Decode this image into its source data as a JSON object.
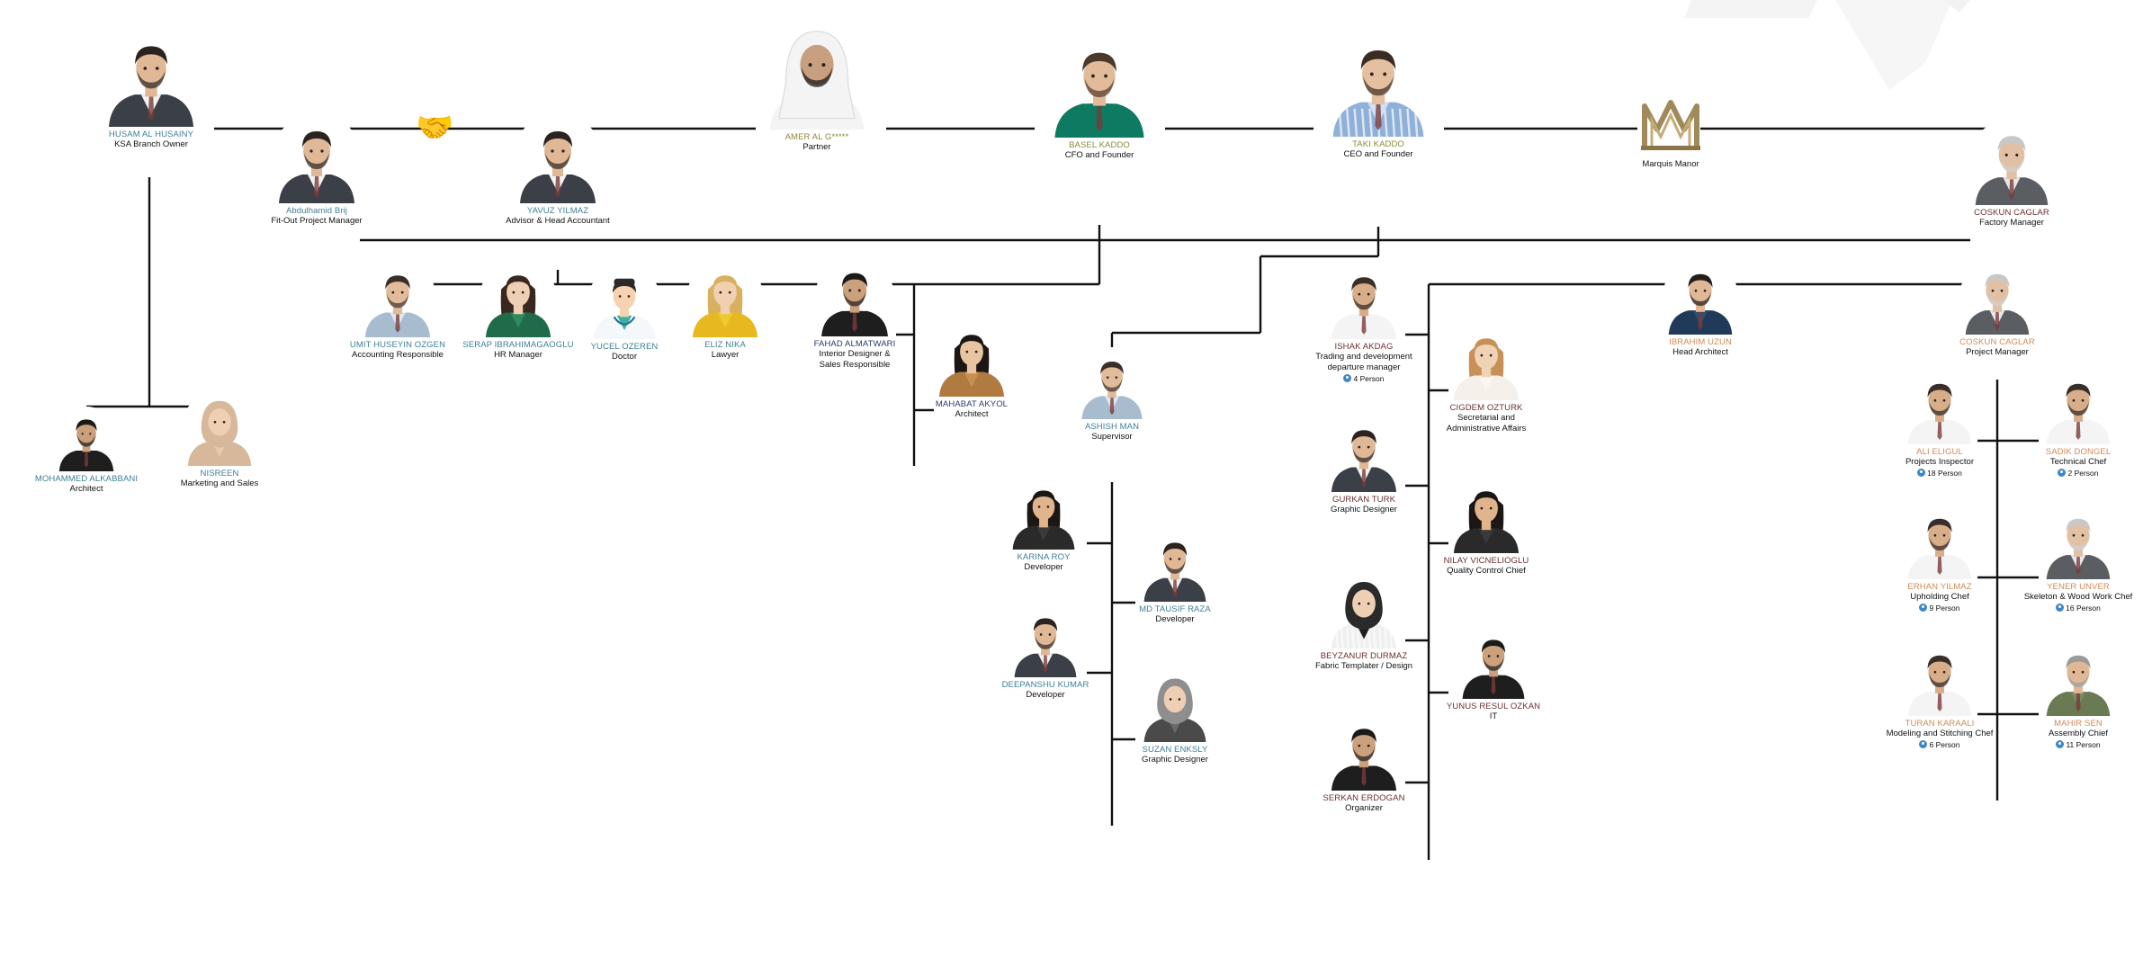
{
  "colors": {
    "teal": "#3f7f95",
    "olive": "#8a8a3a",
    "navy": "#283c6e",
    "orange": "#d08a55",
    "maroon": "#6e2e2e",
    "line": "#111111",
    "person_icon": "#3f86c4"
  },
  "partner_icon": {
    "name": "handshake-icon",
    "glyph": "🤝"
  },
  "logo": {
    "name": "marquis-manor-logo",
    "caption": "Marquis Manor"
  },
  "people": [
    {
      "id": "husam",
      "name": "HUSAM AL HUSAINY",
      "role": "KSA Branch Owner",
      "color": "teal",
      "avatar": "man-suit"
    },
    {
      "id": "mohammed",
      "name": "MOHAMMED ALKABBANI",
      "role": "Architect",
      "color": "teal",
      "avatar": "man-dark"
    },
    {
      "id": "nisreen",
      "name": "NISREEN",
      "role": "Marketing and Sales",
      "color": "teal",
      "avatar": "woman-hijab"
    },
    {
      "id": "amer",
      "name": "AMER AL G*****",
      "role": "Partner",
      "color": "olive",
      "avatar": "man-ghutra"
    },
    {
      "id": "basel",
      "name": "BASEL KADDO",
      "role": "CFO and Founder",
      "color": "olive",
      "avatar": "man-green"
    },
    {
      "id": "taki",
      "name": "TAKI KADDO",
      "role": "CEO and Founder",
      "color": "olive",
      "avatar": "man-stripe"
    },
    {
      "id": "abdulhamid",
      "name": "Abdulhamid Brij",
      "role": "Fit-Out Project Manager",
      "color": "teal",
      "avatar": "man-suit"
    },
    {
      "id": "yavuz",
      "name": "YAVUZ YILMAZ",
      "role": "Advisor & Head Accountant",
      "color": "teal",
      "avatar": "man-suit"
    },
    {
      "id": "coskun_f",
      "name": "COSKUN CAGLAR",
      "role": "Factory Manager",
      "color": "maroon",
      "avatar": "man-grey"
    },
    {
      "id": "umit",
      "name": "UMIT HUSEYIN OZGEN",
      "role": "Accounting Responsible",
      "color": "teal",
      "avatar": "man-light"
    },
    {
      "id": "serap",
      "name": "SERAP IBRAHIMAGAOGLU",
      "role": "HR Manager",
      "color": "teal",
      "avatar": "woman-green"
    },
    {
      "id": "yucel",
      "name": "YUCEL OZEREN",
      "role": "Doctor",
      "color": "teal",
      "avatar": "doctor"
    },
    {
      "id": "eliz",
      "name": "ELIZ NIKA",
      "role": "Lawyer",
      "color": "teal",
      "avatar": "woman-yellow"
    },
    {
      "id": "fahad",
      "name": "FAHAD ALMATWARI",
      "role": "Interior Designer &",
      "role2": "Sales Responsible",
      "color": "navy",
      "avatar": "man-dark"
    },
    {
      "id": "mahabat",
      "name": "MAHABAT AKYOL",
      "role": "Architect",
      "color": "navy",
      "avatar": "woman-leopard"
    },
    {
      "id": "ashish",
      "name": "ASHISH MAN",
      "role": "Supervisor",
      "color": "teal",
      "avatar": "man-light"
    },
    {
      "id": "karina",
      "name": "KARINA ROY",
      "role": "Developer",
      "color": "teal",
      "avatar": "woman-dark"
    },
    {
      "id": "tausif",
      "name": "MD TAUSIF RAZA",
      "role": "Developer",
      "color": "teal",
      "avatar": "man-suit"
    },
    {
      "id": "deepanshu",
      "name": "DEEPANSHU KUMAR",
      "role": "Developer",
      "color": "teal",
      "avatar": "man-suit"
    },
    {
      "id": "suzan",
      "name": "SUZAN ENKSLY",
      "role": "Graphic Designer",
      "color": "teal",
      "avatar": "woman-hijab-grey"
    },
    {
      "id": "ishak",
      "name": "ISHAK AKDAG",
      "role": "Trading  and development",
      "role2": "departure manager",
      "count": "4 Person",
      "color": "maroon",
      "avatar": "man-white"
    },
    {
      "id": "cigdem",
      "name": "CIGDEM OZTURK",
      "role": "Secretarial and",
      "role2": "Administrative Affairs",
      "color": "maroon",
      "avatar": "woman-white"
    },
    {
      "id": "gurkan",
      "name": "GURKAN TURK",
      "role": "Graphic Designer",
      "color": "maroon",
      "avatar": "man-suit"
    },
    {
      "id": "nilay",
      "name": "NILAY VICNELIOGLU",
      "role": "Quality Control Chief",
      "color": "maroon",
      "avatar": "woman-dark"
    },
    {
      "id": "beyzanur",
      "name": "BEYZANUR DURMAZ",
      "role": "Fabric Templater / Design",
      "color": "maroon",
      "avatar": "woman-hijab-stripe"
    },
    {
      "id": "yunus",
      "name": "YUNUS RESUL OZKAN",
      "role": "IT",
      "color": "maroon",
      "avatar": "man-dark"
    },
    {
      "id": "serkan",
      "name": "SERKAN ERDOGAN",
      "role": "Organizer",
      "color": "maroon",
      "avatar": "man-dark"
    },
    {
      "id": "ibrahim",
      "name": "IBRAHIM UZUN",
      "role": "Head Architect",
      "color": "orange",
      "avatar": "man-navy"
    },
    {
      "id": "coskun_p",
      "name": "COSKUN CAGLAR",
      "role": "Project Manager",
      "color": "orange",
      "avatar": "man-grey"
    },
    {
      "id": "ali",
      "name": "ALI ELIGUL",
      "role": "Projects Inspector",
      "count": "18 Person",
      "color": "orange",
      "avatar": "man-white"
    },
    {
      "id": "sadik",
      "name": "SADIK DONGEL",
      "role": "Technical Chef",
      "count": "2 Person",
      "color": "orange",
      "avatar": "man-white"
    },
    {
      "id": "erhan",
      "name": "ERHAN YILMAZ",
      "role": "Upholding Chef",
      "count": "9 Person",
      "color": "orange",
      "avatar": "man-white"
    },
    {
      "id": "yener",
      "name": "YENER UNVER",
      "role": "Skeleton & Wood Work Chef",
      "count": "16 Person",
      "color": "orange",
      "avatar": "man-grey"
    },
    {
      "id": "turan",
      "name": "TURAN KARAALI",
      "role": "Modeling and Stitching Chef",
      "count": "6 Person",
      "color": "orange",
      "avatar": "man-white"
    },
    {
      "id": "mahir",
      "name": "MAHIR SEN",
      "role": "Assembly Chief",
      "count": "11 Person",
      "color": "orange",
      "avatar": "man-olive"
    }
  ]
}
